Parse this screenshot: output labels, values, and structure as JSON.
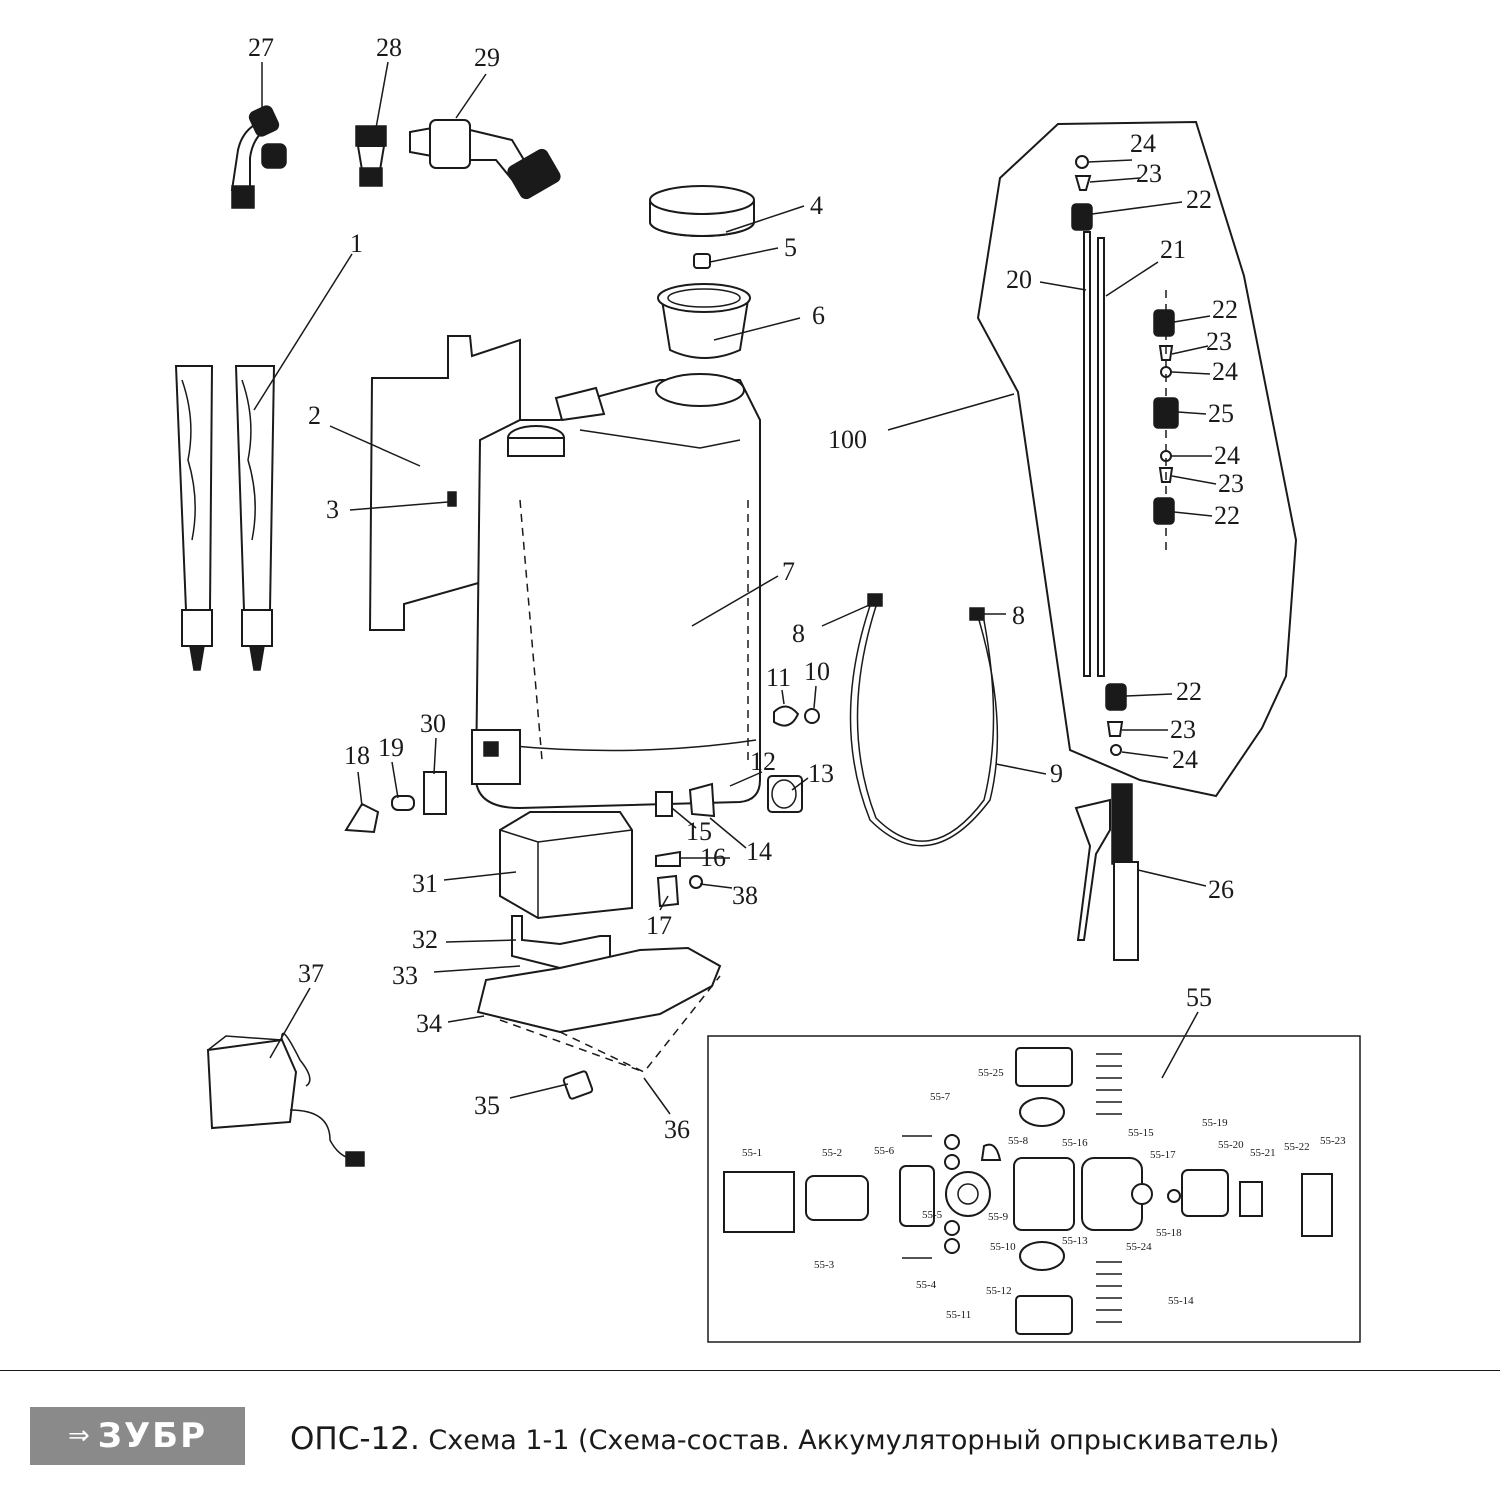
{
  "labels": {
    "p1": "1",
    "p2": "2",
    "p3": "3",
    "p4": "4",
    "p5": "5",
    "p6": "6",
    "p7": "7",
    "p8": "8",
    "p9": "9",
    "p10": "10",
    "p11": "11",
    "p12": "12",
    "p13": "13",
    "p14": "14",
    "p15": "15",
    "p16": "16",
    "p17": "17",
    "p18": "18",
    "p19": "19",
    "p20": "20",
    "p21": "21",
    "p22": "22",
    "p23": "23",
    "p24": "24",
    "p25": "25",
    "p26": "26",
    "p27": "27",
    "p28": "28",
    "p29": "29",
    "p30": "30",
    "p31": "31",
    "p32": "32",
    "p33": "33",
    "p34": "34",
    "p35": "35",
    "p36": "36",
    "p37": "37",
    "p38": "38",
    "p55": "55",
    "p100": "100"
  },
  "sublabels": {
    "s1": "55-1",
    "s2": "55-2",
    "s3": "55-3",
    "s4": "55-4",
    "s5": "55-5",
    "s6": "55-6",
    "s7": "55-7",
    "s8": "55-8",
    "s9": "55-9",
    "s10": "55-10",
    "s11": "55-11",
    "s12": "55-12",
    "s13": "55-13",
    "s14": "55-14",
    "s15": "55-15",
    "s16": "55-16",
    "s17": "55-17",
    "s18": "55-18",
    "s19": "55-19",
    "s20": "55-20",
    "s21": "55-21",
    "s22": "55-22",
    "s23": "55-23",
    "s24": "55-24",
    "s25": "55-25"
  },
  "footer": {
    "brand": "ЗУБР",
    "model": "ОПС-12.",
    "description": " Схема 1-1 (Схема-состав. Аккумуляторный опрыскиватель)"
  },
  "colors": {
    "logo_bg": "#8a8a8a",
    "ink": "#1a1a1a"
  }
}
